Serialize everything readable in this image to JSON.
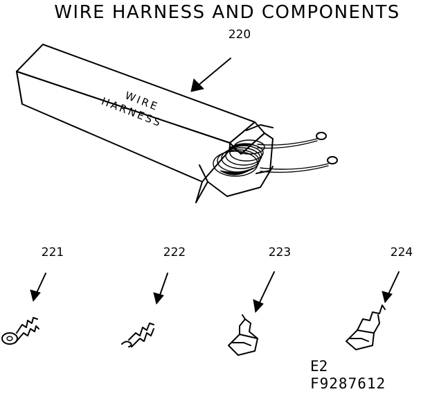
{
  "title": "WIRE HARNESS AND COMPONENTS",
  "box_label": {
    "line1": "WIRE",
    "line2": "HARNESS"
  },
  "callouts": [
    {
      "number": "220",
      "part": "wire-harness"
    },
    {
      "number": "221",
      "part": "ring-terminal"
    },
    {
      "number": "222",
      "part": "hook-terminal"
    },
    {
      "number": "223",
      "part": "flag-terminal"
    },
    {
      "number": "224",
      "part": "flag-terminal-insulated"
    }
  ],
  "footer": {
    "code": "E2",
    "drawing_number": "F9287612"
  }
}
